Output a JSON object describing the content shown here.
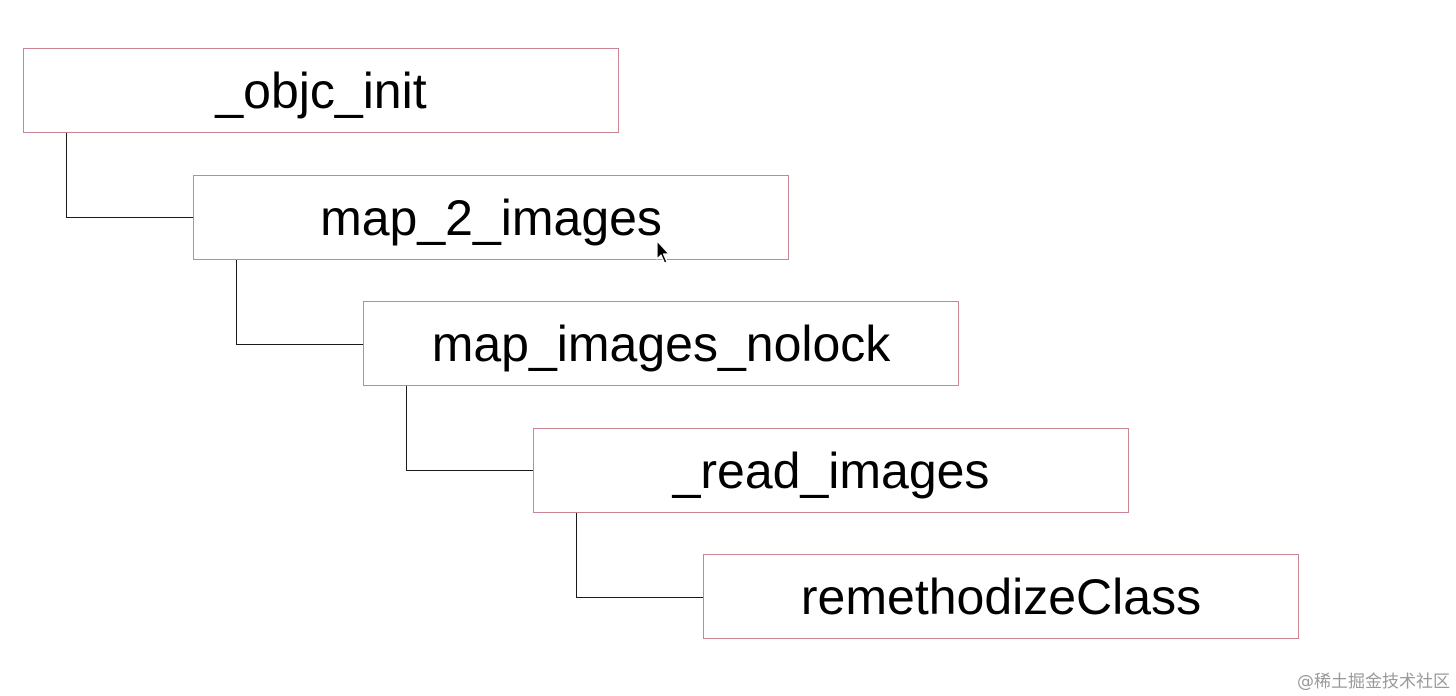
{
  "diagram": {
    "nodes": [
      {
        "id": "objc-init",
        "label": "_objc_init"
      },
      {
        "id": "map-2-images",
        "label": "map_2_images"
      },
      {
        "id": "map-images-nolock",
        "label": "map_images_nolock"
      },
      {
        "id": "read-images",
        "label": "_read_images"
      },
      {
        "id": "remethodize-class",
        "label": "remethodizeClass"
      }
    ],
    "edges": [
      {
        "from": "objc-init",
        "to": "map-2-images"
      },
      {
        "from": "map-2-images",
        "to": "map-images-nolock"
      },
      {
        "from": "map-images-nolock",
        "to": "read-images"
      },
      {
        "from": "read-images",
        "to": "remethodize-class"
      }
    ],
    "colors": {
      "node_border": "#c98592",
      "connector": "#1a1a1a",
      "text": "#000000"
    }
  },
  "watermark": {
    "text": "@稀土掘金技术社区"
  },
  "cursor": {
    "icon": "mouse-pointer-icon"
  }
}
